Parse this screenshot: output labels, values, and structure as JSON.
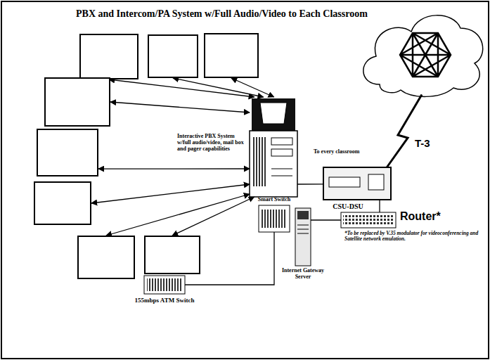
{
  "diagram": {
    "title": "PBX and Intercom/PA System w/Full Audio/Video to Each Classroom",
    "nodes": [
      {
        "text": []
      },
      {
        "text": []
      },
      {
        "text": []
      },
      {
        "text": []
      },
      {
        "text": []
      },
      {
        "text": []
      },
      {
        "text": []
      },
      {
        "text": []
      },
      {
        "text": [
          "Interactive PBX System w/full audio/video, mail box and pager capabilities"
        ]
      },
      {
        "text": [
          "CSU-DSU"
        ]
      },
      {
        "text": []
      },
      {
        "text": [
          "Smart Switch"
        ]
      },
      {
        "text": [
          "Internet Gateway Server"
        ]
      },
      {
        "text": [
          "155mbps ATM Switch"
        ]
      },
      {
        "text": [
          "Router*"
        ]
      }
    ],
    "edges": [
      {
        "from": 0,
        "to": 8,
        "arrow": "both"
      },
      {
        "from": 1,
        "to": 8,
        "arrow": "both"
      },
      {
        "from": 2,
        "to": 8,
        "arrow": "both"
      },
      {
        "from": 3,
        "to": 8,
        "arrow": "both"
      },
      {
        "from": 4,
        "to": 8,
        "arrow": "both"
      },
      {
        "from": 5,
        "to": 8,
        "arrow": "both"
      },
      {
        "from": 6,
        "to": 8,
        "arrow": "both"
      },
      {
        "from": 7,
        "to": 8,
        "arrow": "both"
      },
      {
        "from": 8,
        "to": 9,
        "arrow": "none"
      },
      {
        "from": 9,
        "to": 10,
        "label": "T-3",
        "arrow": "none"
      },
      {
        "from": 9,
        "to": 14,
        "arrow": "none"
      },
      {
        "from": 14,
        "to": 12,
        "arrow": "none"
      },
      {
        "from": 13,
        "to": 11,
        "arrow": "none"
      }
    ],
    "labels": [
      "To every classroom",
      "*To be replaced by V.35 modulator for videoconferencing and Satellite network emulation."
    ]
  }
}
